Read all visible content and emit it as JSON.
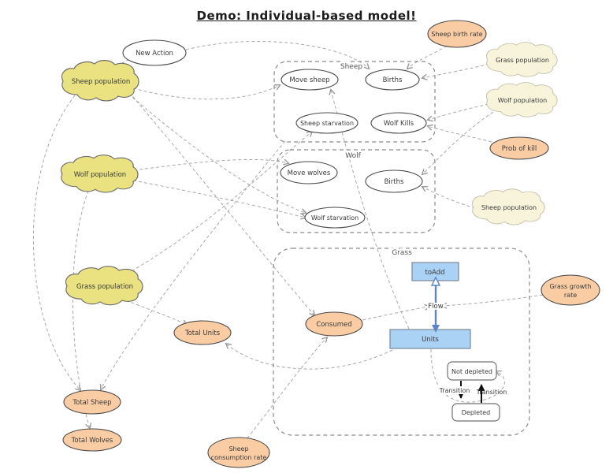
{
  "title": "Demo: Individual-based model!",
  "groups": {
    "sheep": {
      "label": "Sheep"
    },
    "wolf": {
      "label": "Wolf"
    },
    "grass": {
      "label": "Grass"
    }
  },
  "nodes": {
    "new_action": {
      "label": "New Action"
    },
    "sheep_population_left": {
      "label": "Sheep population"
    },
    "wolf_population_left": {
      "label": "Wolf population"
    },
    "grass_population_left": {
      "label": "Grass population"
    },
    "sheep_birth_rate": {
      "label": "Sheep birth rate"
    },
    "grass_population_right": {
      "label": "Grass population"
    },
    "wolf_population_right": {
      "label": "Wolf population"
    },
    "prob_of_kill": {
      "label": "Prob of kill"
    },
    "sheep_population_right": {
      "label": "Sheep population"
    },
    "grass_growth_rate": {
      "line1": "Grass growth",
      "line2": "rate"
    },
    "move_sheep": {
      "label": "Move sheep"
    },
    "births_sheep": {
      "label": "Births"
    },
    "sheep_starvation": {
      "label": "Sheep starvation"
    },
    "wolf_kills": {
      "label": "Wolf Kills"
    },
    "move_wolves": {
      "label": "Move wolves"
    },
    "births_wolf": {
      "label": "Births"
    },
    "wolf_starvation": {
      "label": "Wolf starvation"
    },
    "to_add": {
      "label": "toAdd"
    },
    "units": {
      "label": "Units"
    },
    "consumed": {
      "label": "Consumed"
    },
    "not_depleted": {
      "label": "Not depleted"
    },
    "depleted": {
      "label": "Depleted"
    },
    "total_units": {
      "label": "Total Units"
    },
    "total_sheep": {
      "label": "Total Sheep"
    },
    "total_wolves": {
      "label": "Total Wolves"
    },
    "sheep_consumption_rate": {
      "line1": "Sheep",
      "line2": "consumption rate"
    }
  },
  "labels": {
    "flow": "Flow",
    "transition_a": "Transition",
    "transition_b": "Transition"
  },
  "colors": {
    "stock_cloud_fill": "#EAE180",
    "shadow_cloud_fill": "#F8F4DC",
    "parameter_fill": "#F9CCA4",
    "process_fill": "#FFFFFF",
    "stock_rect_fill": "#A9D2F5",
    "flow_arrow": "#5C85C7",
    "edge": "#A8A8A8",
    "transition_arrow": "#111111"
  }
}
